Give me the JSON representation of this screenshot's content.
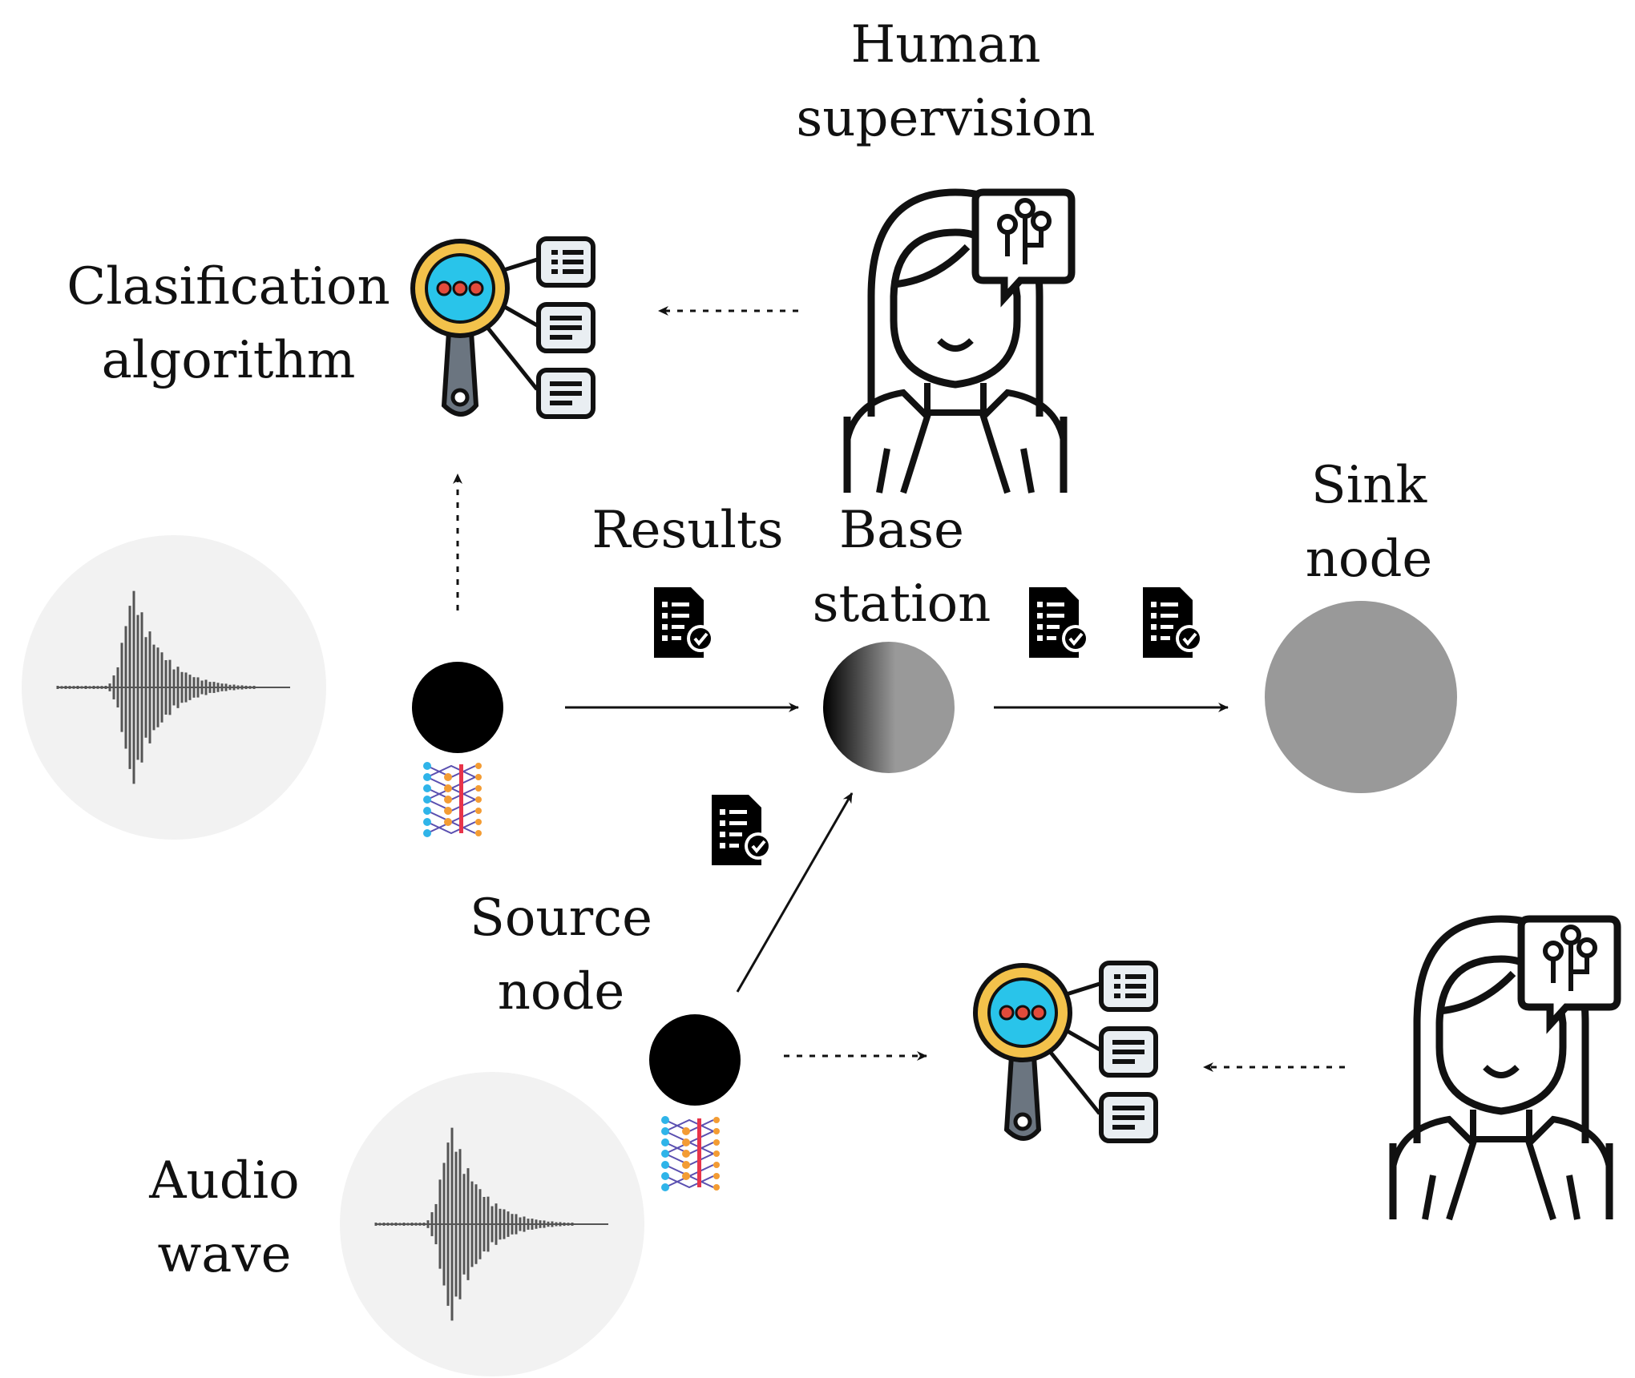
{
  "labels": {
    "human_supervision": [
      "Human",
      "supervision"
    ],
    "classification_algorithm": [
      "Clasification",
      "algorithm"
    ],
    "results": "Results",
    "base_station": [
      "Base",
      "station"
    ],
    "sink_node": [
      "Sink",
      "node"
    ],
    "source_node": [
      "Source",
      "node"
    ],
    "audio_wave": [
      "Audio",
      "wave"
    ]
  },
  "colors": {
    "node_black": "#000000",
    "sink_gray": "#999999",
    "wave_bg": "#f2f2f2",
    "wave_line": "#555555",
    "lens_blue": "#29c4ea",
    "lens_ring": "#f3c24b",
    "lens_dots": "#e24b3b",
    "handle": "#6b7580",
    "doc_fill": "#e9eef2",
    "nn_blue": "#2fb4e9",
    "nn_orange": "#f39c34",
    "nn_red": "#e8344a",
    "nn_purple": "#5a4fb0"
  },
  "icons": {
    "human": "person-with-chat-bubble-icon",
    "classifier": "magnifier-with-documents-icon",
    "report": "document-checkmark-icon",
    "neural_net": "neural-network-icon",
    "audio": "audio-waveform-icon"
  }
}
